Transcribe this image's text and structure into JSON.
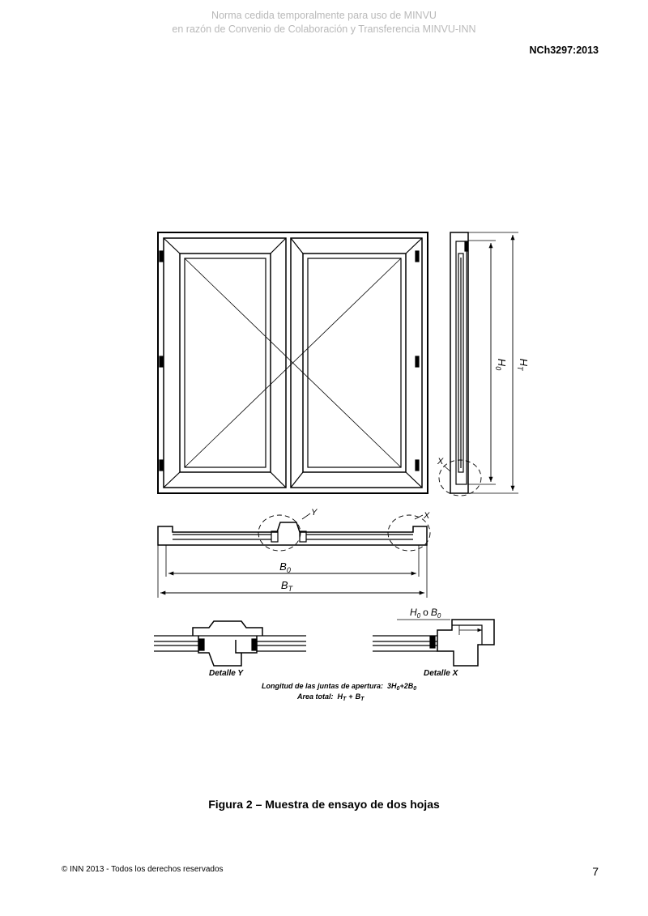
{
  "watermark": {
    "line1": "Norma cedida temporalmente para uso de MINVU",
    "line2": "en razón de Convenio de Colaboración y Transferencia MINVU-INN"
  },
  "header": {
    "standard_code": "NCh3297:2013"
  },
  "figure": {
    "labels": {
      "h0_main": "H",
      "h0_sub": "0",
      "ht_main": "H",
      "ht_sub": "T",
      "b0_main": "B",
      "b0_sub": "0",
      "bt_main": "B",
      "bt_sub": "T",
      "x_label": "X",
      "y_label": "Y",
      "detail_y": "Detalle Y",
      "detail_x": "Detalle X",
      "h0_or_b0": "H",
      "h0_or_b0_sub": "0",
      "h0_or_b0_mid": "o",
      "h0_or_b0_b": "B",
      "h0_or_b0_b_sub": "0",
      "joint_length_label": "Longitud de las juntas de apertura:",
      "joint_length_formula_a": "3H",
      "joint_length_formula_a_sub": "0",
      "joint_length_formula_b": "+2B",
      "joint_length_formula_b_sub": "0",
      "total_area_label": "Area total:",
      "total_area_h": "H",
      "total_area_h_sub": "T",
      "total_area_plus": "+",
      "total_area_b": "B",
      "total_area_b_sub": "T"
    }
  },
  "caption": "Figura 2 – Muestra de ensayo de dos hojas",
  "footer": {
    "copyright": "© INN 2013 - Todos los derechos reservados",
    "page_number": "7"
  }
}
